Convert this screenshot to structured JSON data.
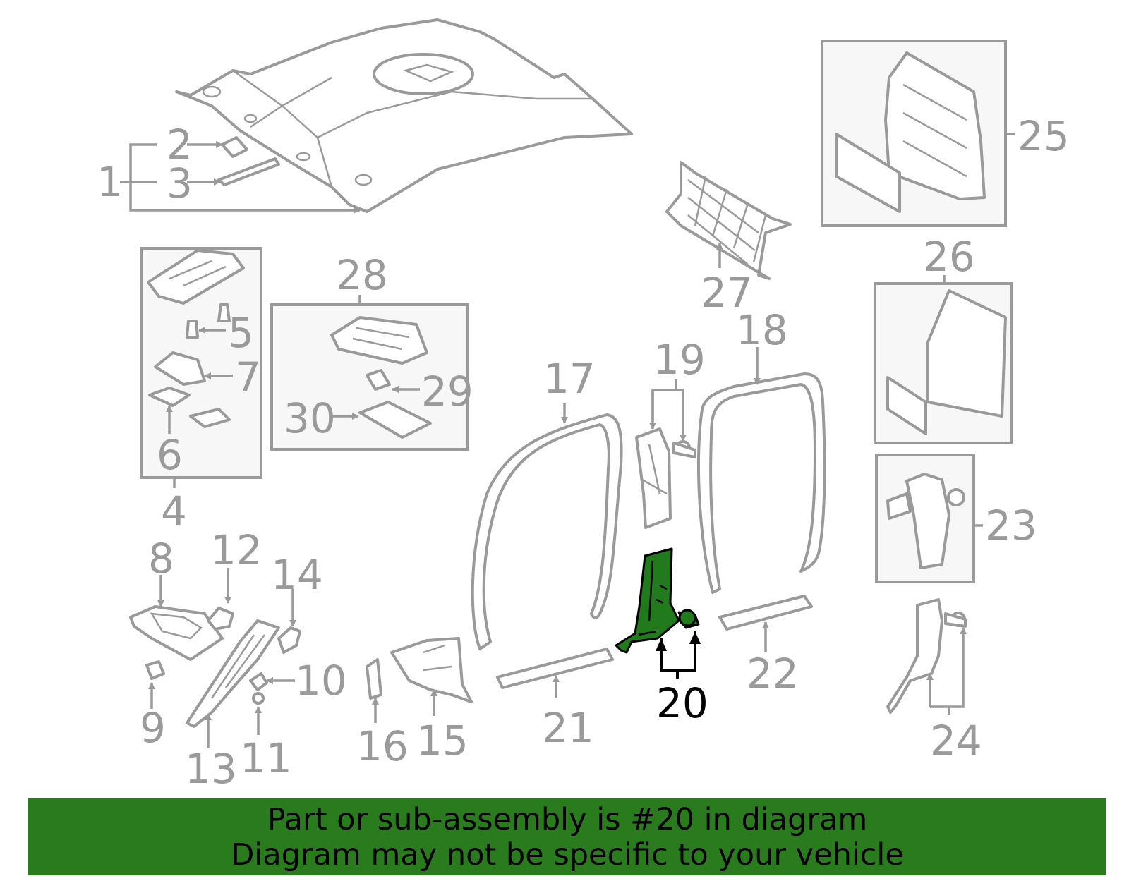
{
  "diagram": {
    "callouts": [
      "1",
      "2",
      "3",
      "4",
      "5",
      "6",
      "7",
      "8",
      "9",
      "10",
      "11",
      "12",
      "13",
      "14",
      "15",
      "16",
      "17",
      "18",
      "19",
      "20",
      "21",
      "22",
      "23",
      "24",
      "25",
      "26",
      "27",
      "28",
      "29",
      "30"
    ],
    "highlighted_callout": "20",
    "highlight_color": "#217a1b",
    "part_color": "#9a9a9a"
  },
  "banner": {
    "line1": "Part or sub-assembly is #20 in diagram",
    "line2": "Diagram may not be specific to your vehicle",
    "background": "#2a7a1e"
  }
}
